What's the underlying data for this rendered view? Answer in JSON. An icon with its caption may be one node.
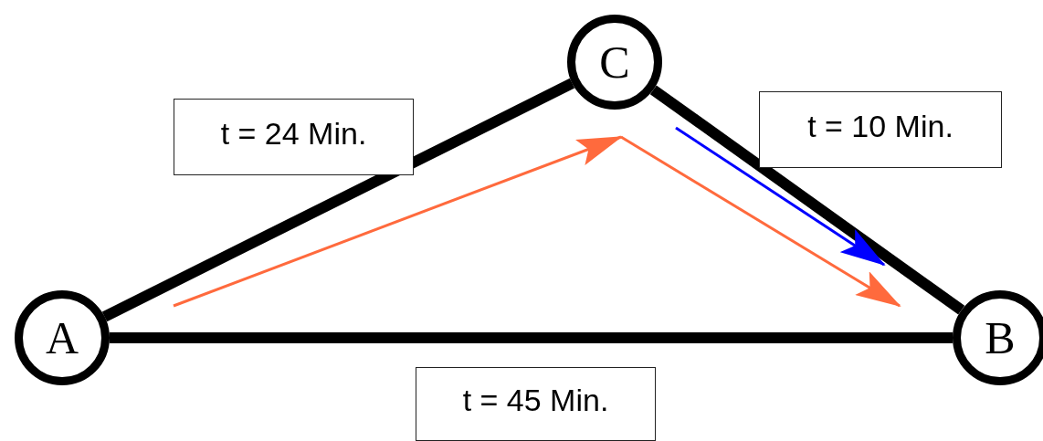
{
  "diagram": {
    "nodes": [
      {
        "text": [
          "A"
        ]
      },
      {
        "text": [
          "C"
        ]
      },
      {
        "text": [
          "B"
        ]
      }
    ],
    "edges": [
      {
        "from": 0,
        "to": 1,
        "arrow": "none",
        "label": "t = 24 Min."
      },
      {
        "from": 1,
        "to": 2,
        "arrow": "none",
        "label": "t = 10 Min."
      },
      {
        "from": 0,
        "to": 2,
        "arrow": "none",
        "label": "t = 45 Min."
      }
    ]
  }
}
